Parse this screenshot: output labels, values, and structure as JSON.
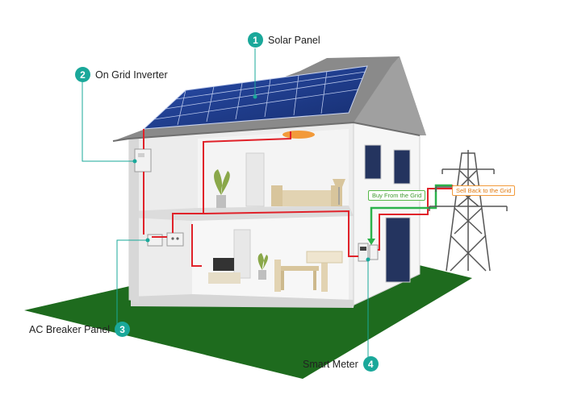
{
  "callouts": [
    {
      "number": "1",
      "label": "Solar Panel"
    },
    {
      "number": "2",
      "label": "On Grid Inverter"
    },
    {
      "number": "3",
      "label": "AC Breaker Panel"
    },
    {
      "number": "4",
      "label": "Smart Meter"
    }
  ],
  "flow_tags": {
    "buy": "Buy From the Grid",
    "sell": "Sell Back to the Grid"
  },
  "colors": {
    "accent": "#1aa89a",
    "ground": "#1e6b1e",
    "roof": "#8a8a8a",
    "panel": "#1f3c8c",
    "power_line_red": "#e0222a",
    "power_line_green": "#2bb24a"
  }
}
